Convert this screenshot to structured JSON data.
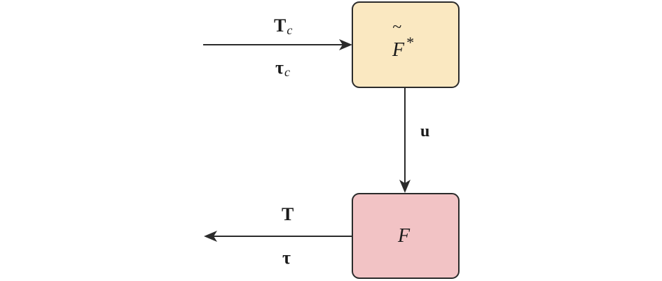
{
  "nodes": {
    "upper": {
      "symbol": "F",
      "tilde": "~",
      "superscript": "*",
      "fill": "#fae8c1"
    },
    "lower": {
      "symbol": "F",
      "fill": "#f2c3c5"
    }
  },
  "edges": {
    "input": {
      "top_main": "T",
      "top_sub": "c",
      "bottom_main": "τ",
      "bottom_sub": "c"
    },
    "middle": {
      "label": "u"
    },
    "output": {
      "top_label": "T",
      "bottom_label": "τ"
    }
  },
  "colors": {
    "stroke": "#2b2b2b",
    "text": "#1a1a1a"
  }
}
